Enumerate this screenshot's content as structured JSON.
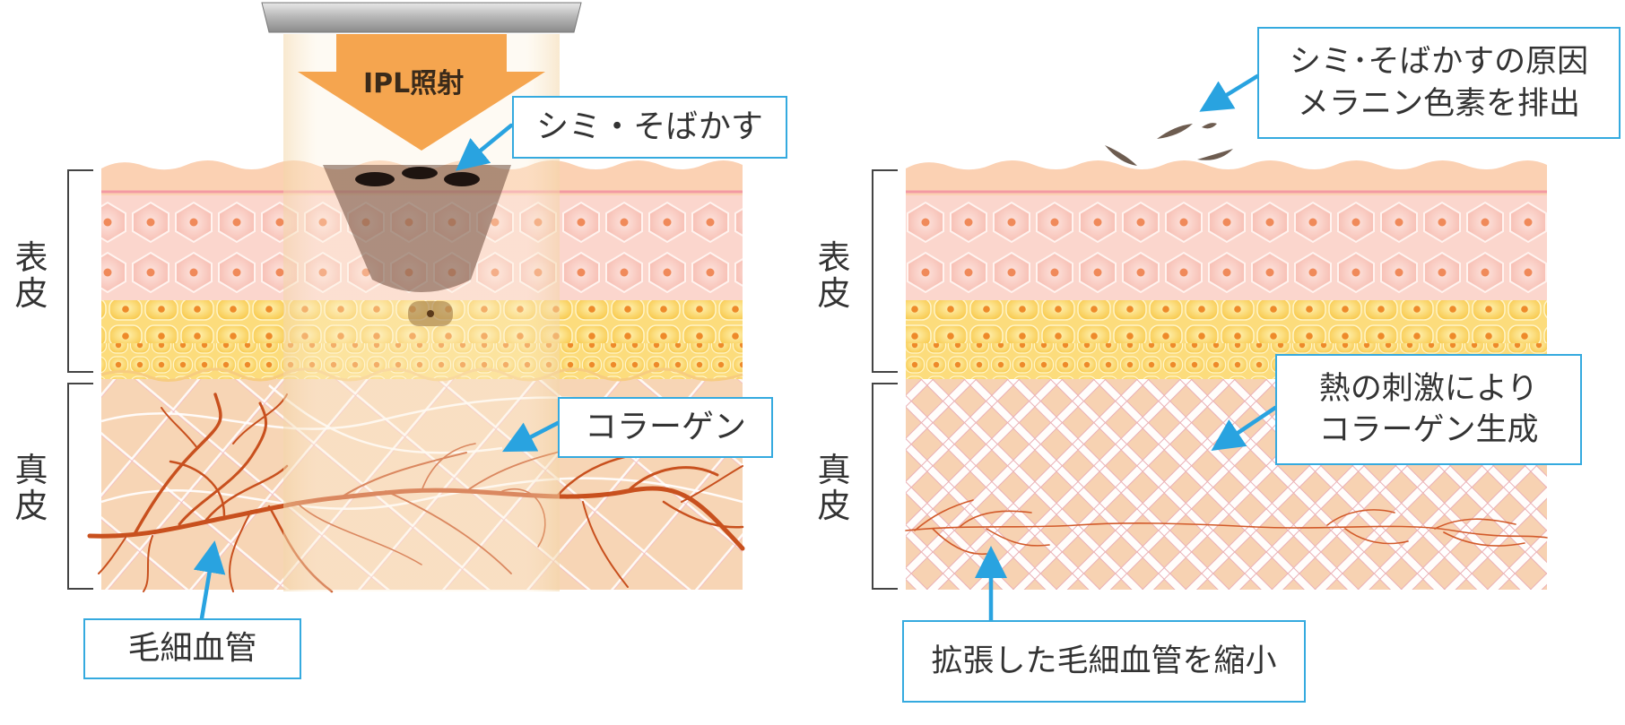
{
  "diagram": {
    "left_panel": {
      "light_label": "IPL照射",
      "epidermis_label": "表皮",
      "dermis_label": "真皮",
      "callouts": {
        "spots": "シミ・そばかす",
        "collagen": "コラーゲン",
        "capillaries": "毛細血管"
      }
    },
    "right_panel": {
      "epidermis_label": "表皮",
      "dermis_label": "真皮",
      "callouts": {
        "melanin": [
          "シミ･そばかすの原因",
          "メラニン色素を排出"
        ],
        "collagen": [
          "熱の刺激により",
          "コラーゲン生成"
        ],
        "capillaries": "拡張した毛細血管を縮小"
      }
    },
    "colors": {
      "callout_border": "#35aadf",
      "arrow": "#29a3e0",
      "skin_surface": "#fbd3b6",
      "spinous_layer": "#fbd6cd",
      "basal_layer": "#fcd96f",
      "dermis": "#f7d5b5",
      "blood_vessel": "#c8501e",
      "ipl_arrow": "#f5a54f"
    }
  }
}
